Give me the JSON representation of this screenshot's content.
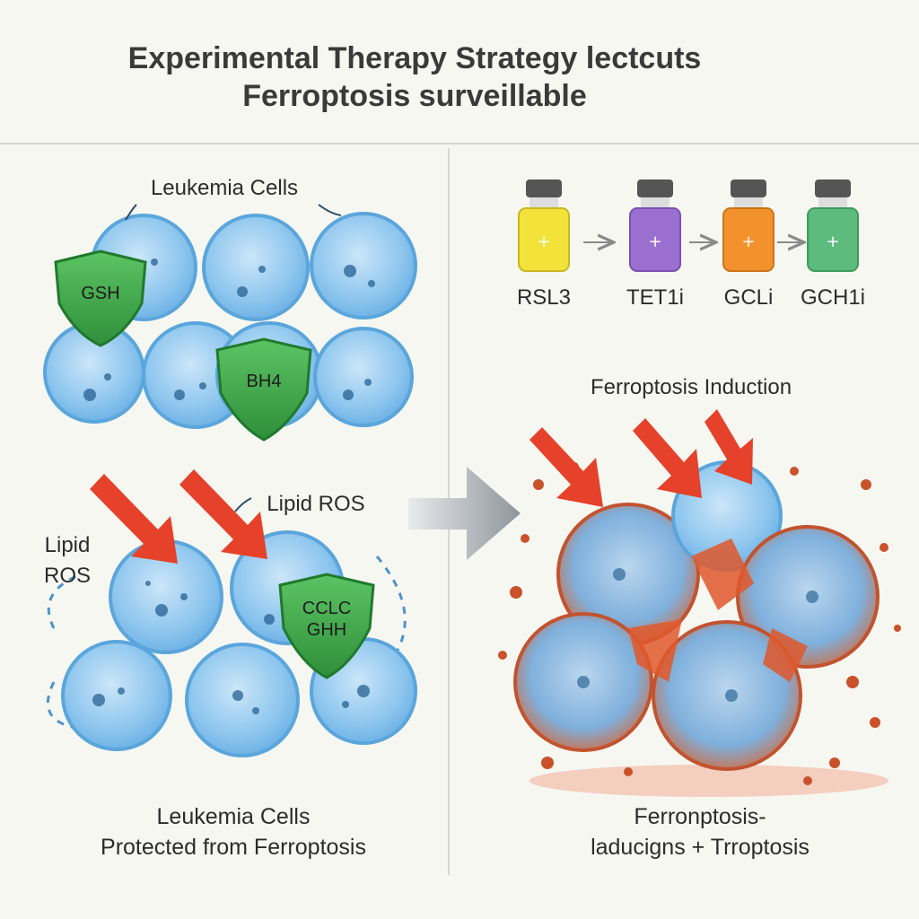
{
  "title": {
    "line1": "Experimental Therapy Strategy lectcuts",
    "line2": "Ferroptosis surveillable"
  },
  "left": {
    "top_label": "Leukemia Cells",
    "shield_1": "GSH",
    "shield_2": "BH4",
    "ros_label_right": "Lipid ROS",
    "ros_label_left_1": "Lipid",
    "ros_label_left_2": "ROS",
    "shield_3_line1": "CCLC",
    "shield_3_line2": "GHH",
    "caption_line1": "Leukemia Cells",
    "caption_line2": "Protected from Ferroptosis"
  },
  "right": {
    "vials": [
      {
        "label": "RSL3",
        "color": "#f2e23a"
      },
      {
        "label": "TET1i",
        "color": "#9b6fd0"
      },
      {
        "label": "GCLi",
        "color": "#f3922c"
      },
      {
        "label": "GCH1i",
        "color": "#5dbb7e"
      }
    ],
    "induction_label": "Ferroptosis Induction",
    "caption_line1": "Ferronptosis-",
    "caption_line2": "laducigns + Trroptosis"
  },
  "colors": {
    "cell_fill": "#8ec6ee",
    "cell_edge": "#5aa6dc",
    "shield": "#3dab48",
    "arrow_red": "#e6412a",
    "divider": "#cfcfcf",
    "center_arrow": "#8f959c"
  }
}
